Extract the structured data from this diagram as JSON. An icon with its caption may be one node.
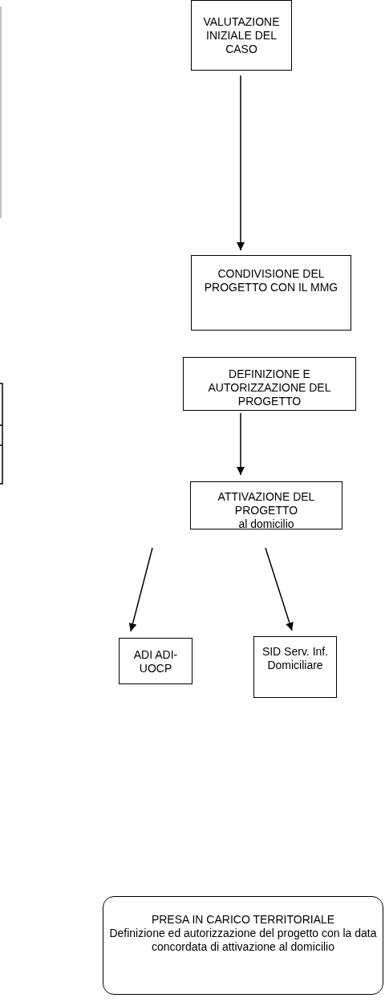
{
  "diagram": {
    "nodes": [
      {
        "text": [
          "VALUTAZIONE INIZIALE DEL CASO"
        ]
      },
      {
        "text": [
          "CONDIVISIONE DEL PROGETTO CON IL MMG"
        ]
      },
      {
        "text": [
          "DEFINIZIONE E AUTORIZZAZIONE DEL PROGETTO"
        ]
      },
      {
        "text": [
          "ATTIVAZIONE DEL PROGETTO",
          "al domicilio"
        ]
      },
      {
        "text": [
          "ADI ADI-UOCP"
        ]
      },
      {
        "text": [
          "SID Serv. Inf. Domiciliare"
        ]
      },
      {
        "text": [
          "PRESA IN CARICO TERRITORIALE",
          "Definizione ed autorizzazione del progetto con la data concordata di attivazione al domicilio"
        ]
      }
    ],
    "edges": [
      {
        "from": 0,
        "to": 1,
        "arrow": "to"
      },
      {
        "from": 2,
        "to": 3,
        "arrow": "to"
      },
      {
        "from": 3,
        "to": 4,
        "arrow": "to"
      },
      {
        "from": 3,
        "to": 5,
        "arrow": "to"
      }
    ]
  }
}
